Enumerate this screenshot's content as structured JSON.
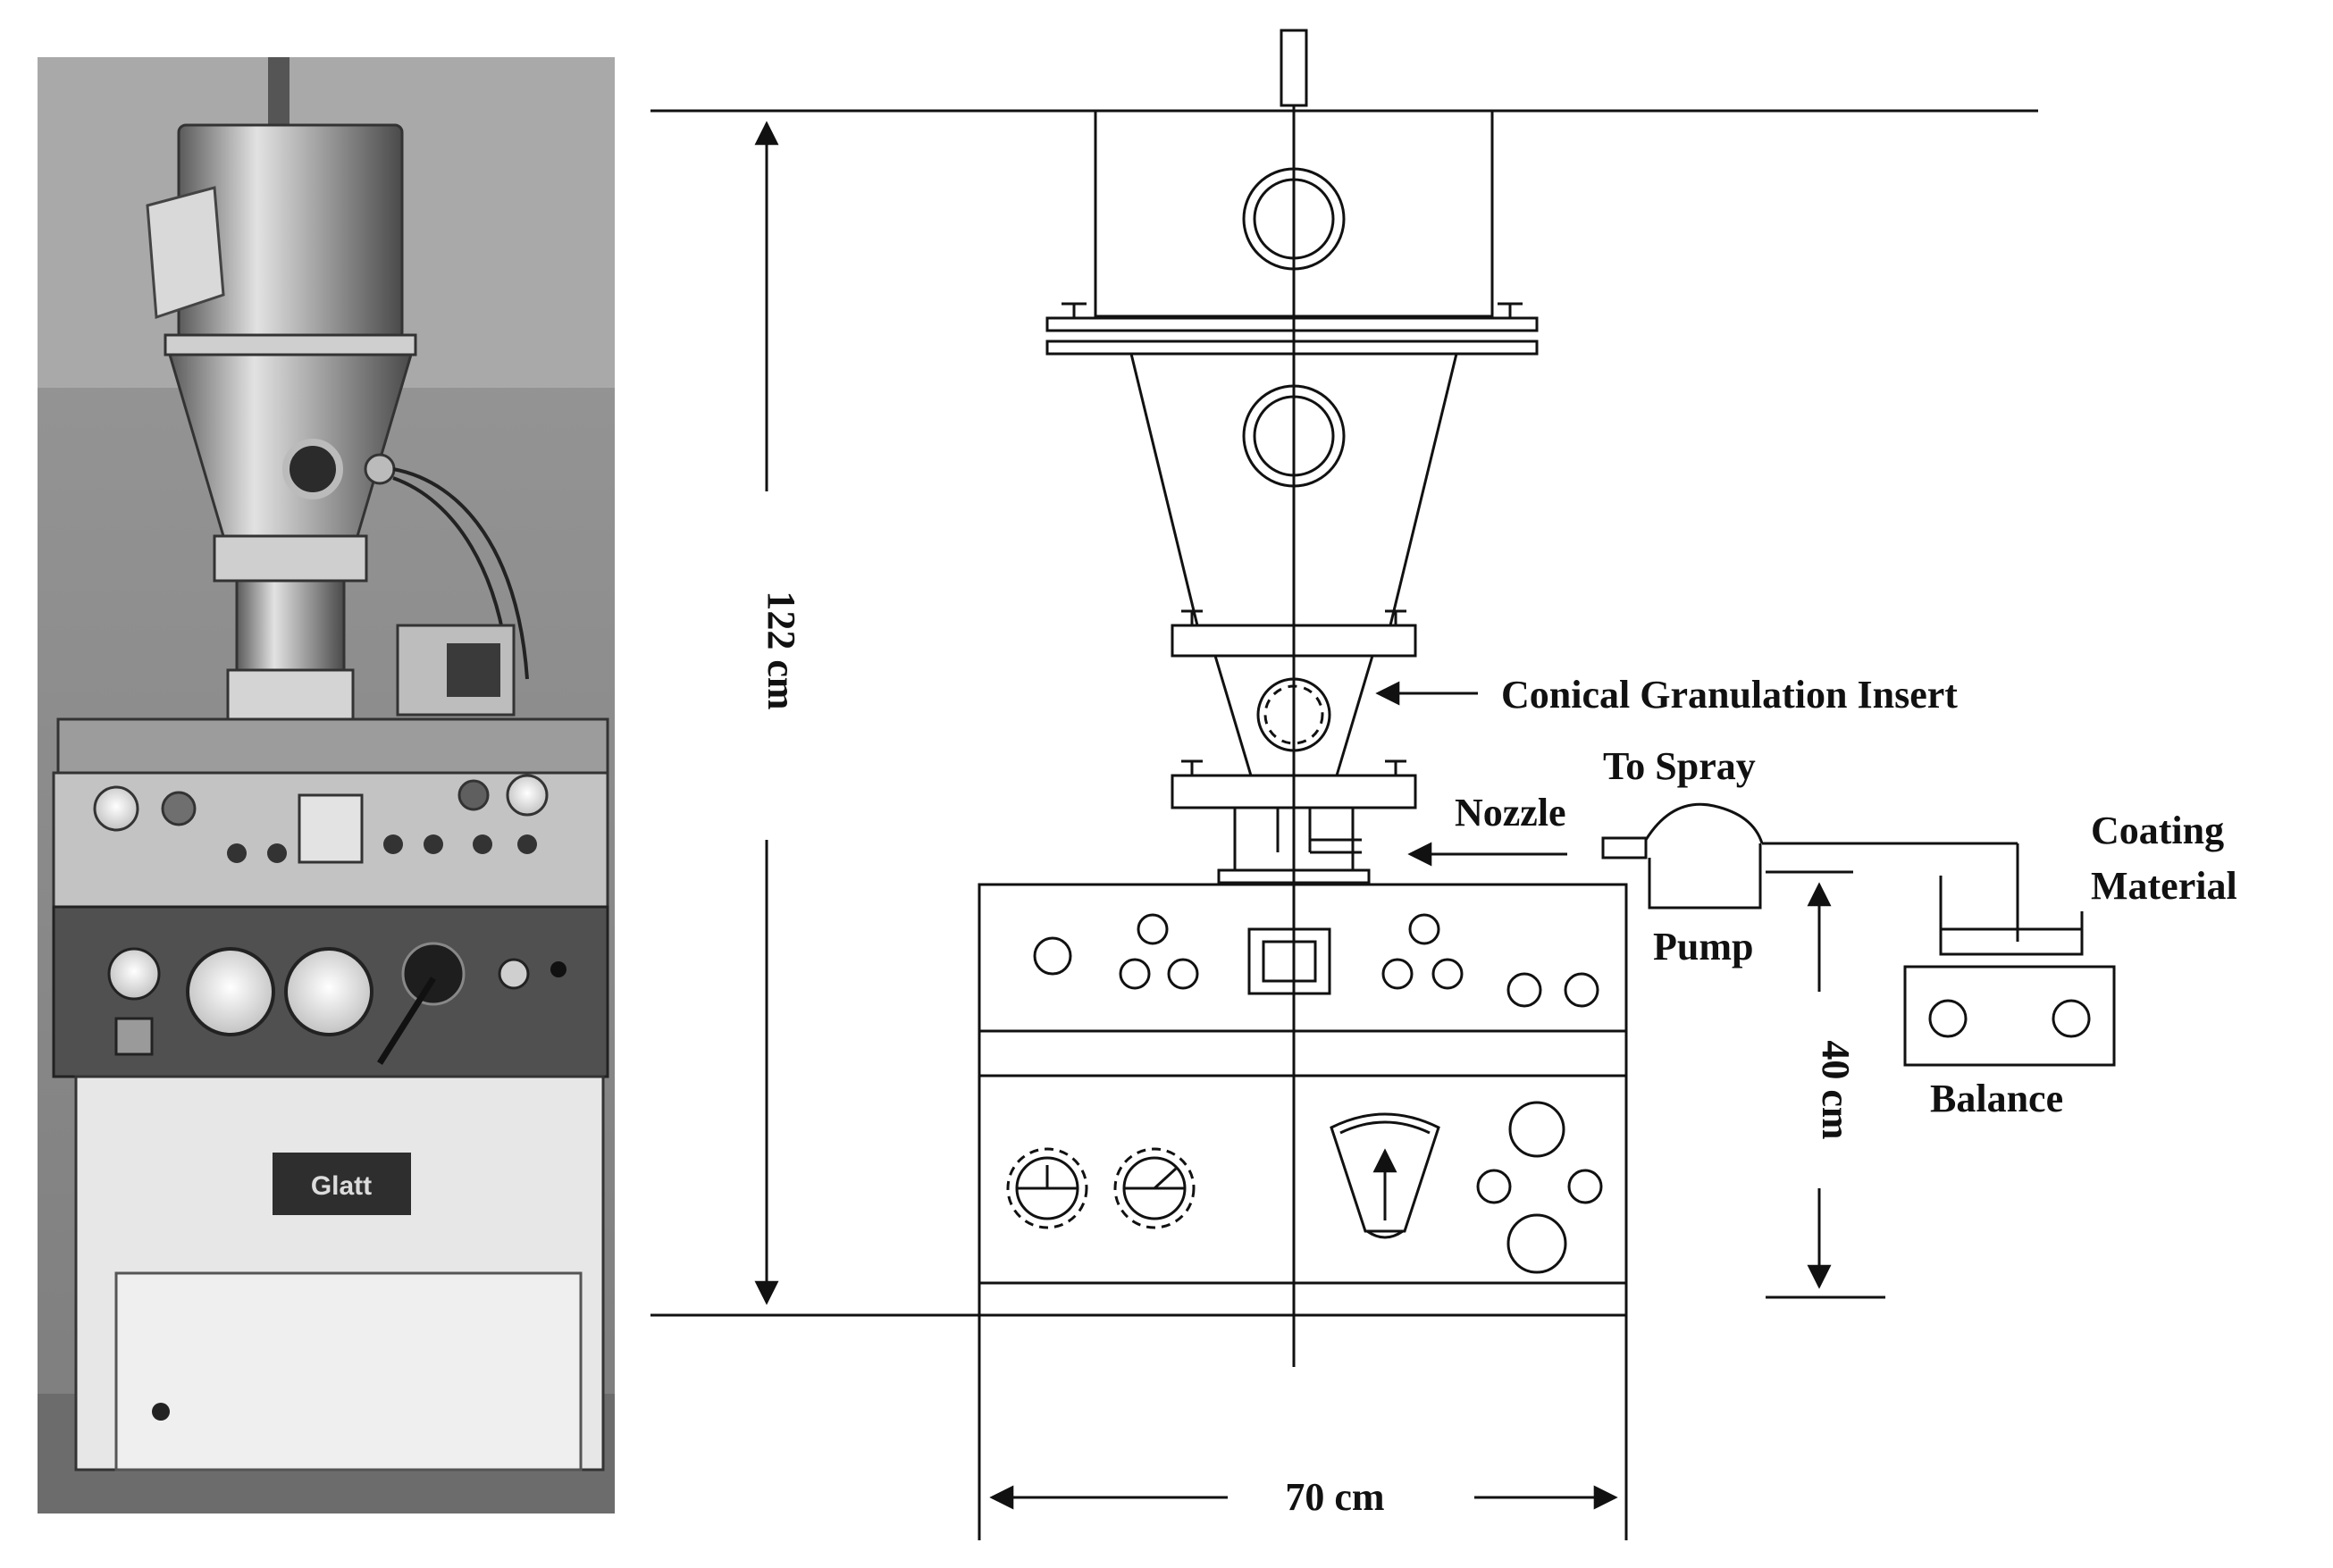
{
  "diagram": {
    "photo": {
      "badge_text": "Glatt"
    },
    "dimensions": {
      "height_total": "122 cm",
      "width_base": "70 cm",
      "pump_height": "40 cm"
    },
    "labels": {
      "insert": "Conical Granulation Insert",
      "to_spray": "To Spray",
      "nozzle": "Nozzle",
      "pump": "Pump",
      "coating_line1": "Coating",
      "coating_line2": "Material",
      "balance": "Balance"
    }
  }
}
